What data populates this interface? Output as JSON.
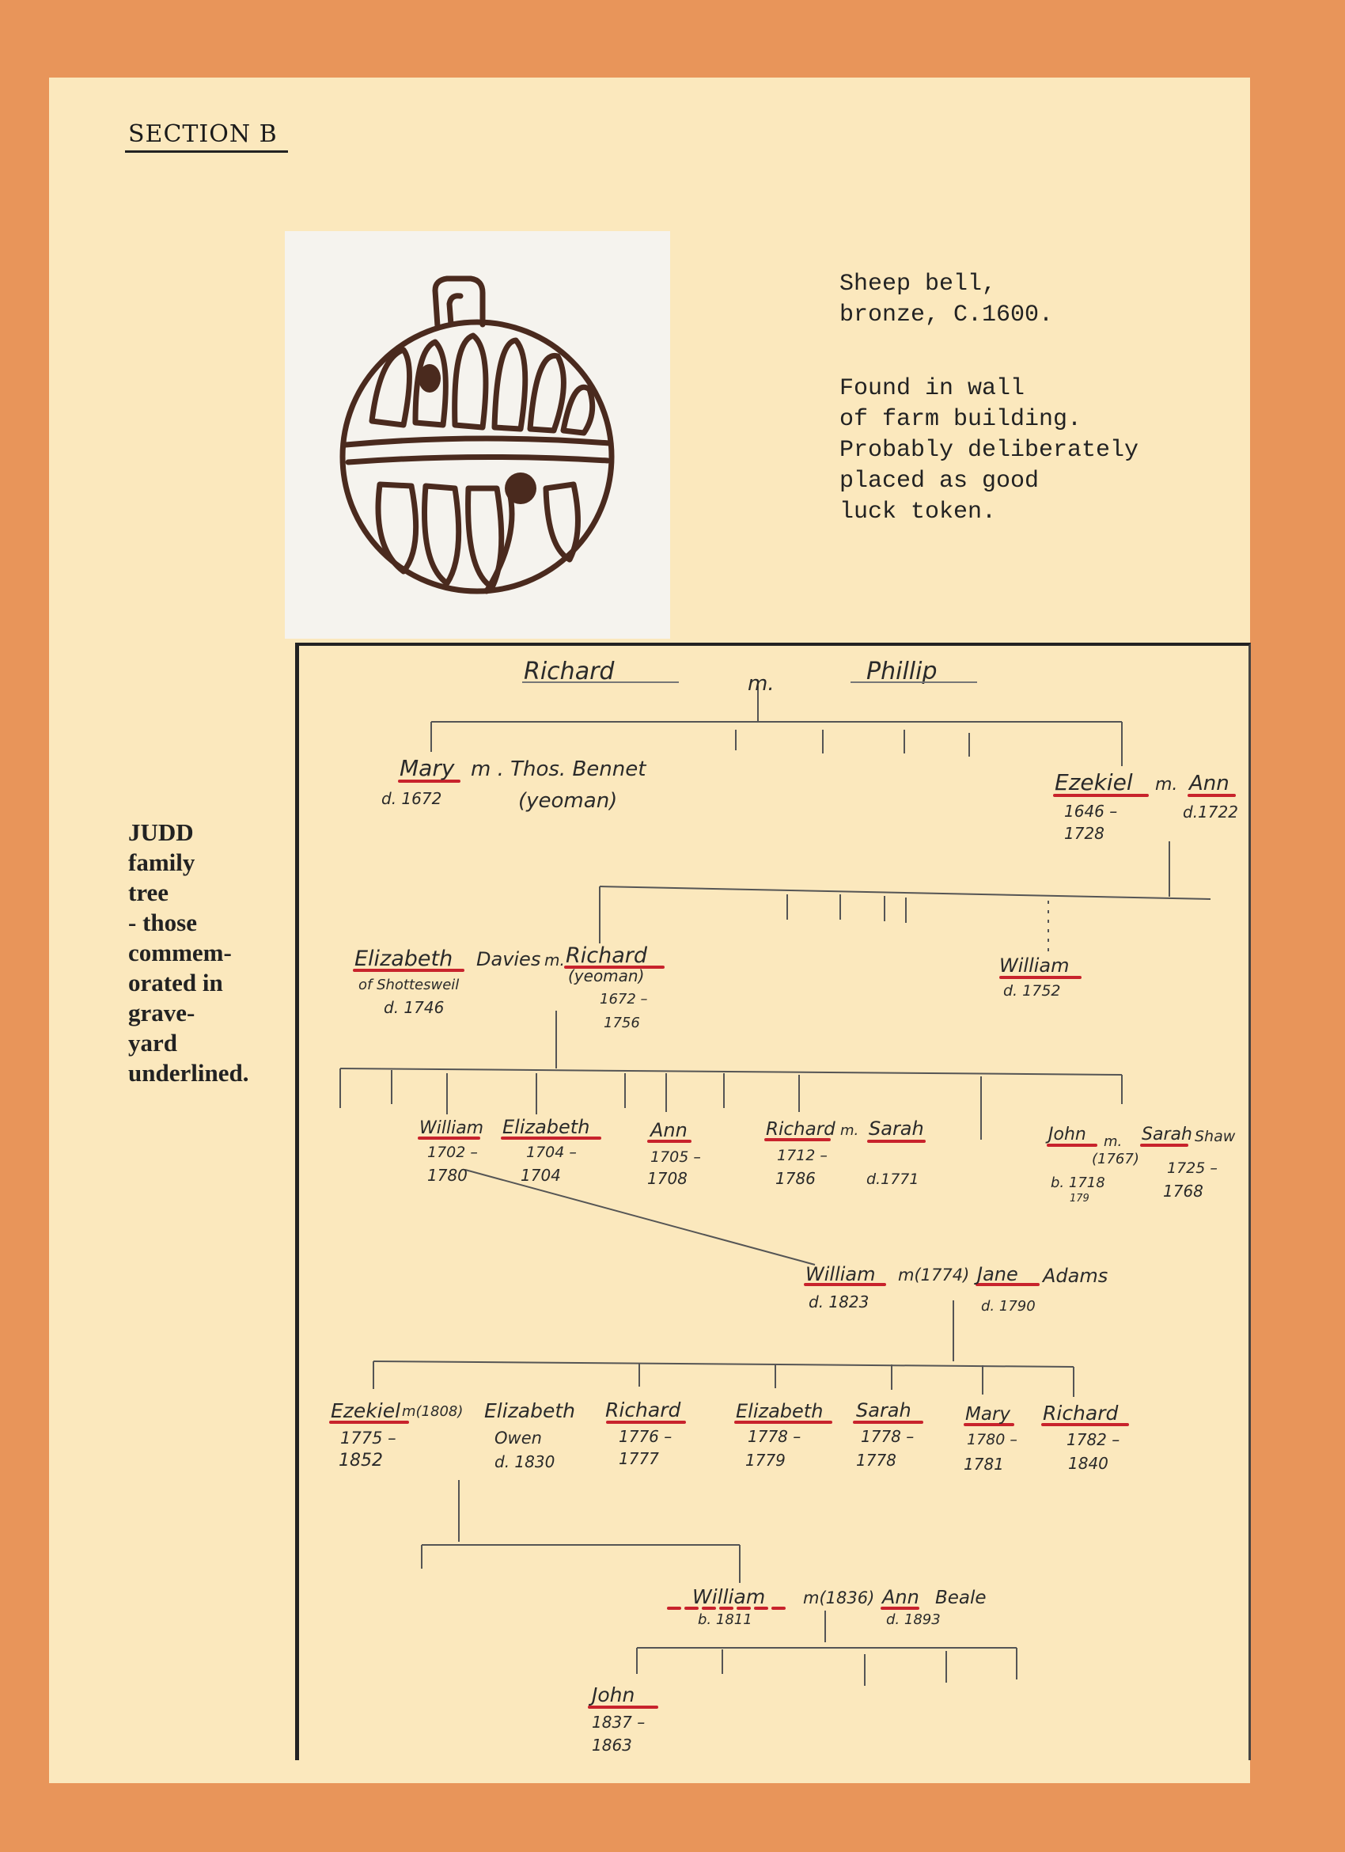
{
  "section_title": "SECTION B",
  "bell_caption": {
    "lines": [
      "Sheep bell,",
      "bronze, C.1600."
    ]
  },
  "found_caption": {
    "lines": [
      "Found in wall",
      "of farm building.",
      "Probably deliberately",
      "placed as good",
      "luck token."
    ]
  },
  "side_note": {
    "lines": [
      "JUDD",
      "family",
      "tree",
      "- those",
      "commem-",
      "orated in",
      "grave-",
      "yard",
      "underlined."
    ]
  },
  "colors": {
    "paper": "#fbe8bd",
    "mount": "#e8955a",
    "ink": "#2a2a2a",
    "underline_red": "#c8232c"
  },
  "tree": {
    "gen0": {
      "husband": "Richard",
      "marriage": "m.",
      "wife": "Phillip"
    },
    "gen1": {
      "mary": "Mary",
      "mary_spouse": "m . Thos. Bennet",
      "mary_spouse_note": "(yeoman)",
      "mary_dates": "d. 1672",
      "ezekiel": "Ezekiel",
      "ezekiel_m": "m.",
      "ann": "Ann",
      "ezekiel_dates_1": "1646 –",
      "ezekiel_dates_2": "1728",
      "ann_dates": "d.1722"
    },
    "gen2": {
      "elizabeth": "Elizabeth",
      "elizabeth_surname": "Davies",
      "elizabeth_m": "m.",
      "elizabeth_place": "of Shottesweil",
      "elizabeth_dates": "d. 1746",
      "richard": "Richard",
      "richard_note": "(yeoman)",
      "richard_dates_1": "1672 –",
      "richard_dates_2": "1756",
      "william": "William",
      "william_dates": "d. 1752"
    },
    "gen3": {
      "william": "William",
      "william_dates_1": "1702 –",
      "william_dates_2": "1780",
      "elizabeth": "Elizabeth",
      "elizabeth_dates_1": "1704 –",
      "elizabeth_dates_2": "1704",
      "ann": "Ann",
      "ann_dates_1": "1705 –",
      "ann_dates_2": "1708",
      "richard": "Richard",
      "richard_m": "m.",
      "sarah": "Sarah",
      "richard_dates_1": "1712 –",
      "richard_dates_2": "1786",
      "sarah_dates": "d.1771",
      "john": "John",
      "john_m": "m.",
      "john_year": "(1767)",
      "sarah2": "Sarah",
      "sarah2_surname": "Shaw",
      "john_dates": "b. 1718",
      "john_dates_alt": "179",
      "sarah2_dates_1": "1725 –",
      "sarah2_dates_2": "1768"
    },
    "gen4": {
      "william": "William",
      "william_m": "m(1774)",
      "jane": "Jane",
      "jane_surname": "Adams",
      "william_dates": "d. 1823",
      "jane_dates": "d. 1790"
    },
    "gen5": {
      "ezekiel": "Ezekiel",
      "ezekiel_m": "m(1808)",
      "elizabeth": "Elizabeth",
      "ezekiel_dates_1": "1775 –",
      "ezekiel_dates_2": "1852",
      "elizabeth_surname": "Owen",
      "elizabeth_dates": "d. 1830",
      "richard": "Richard",
      "richard_dates_1": "1776 –",
      "richard_dates_2": "1777",
      "elizabeth2": "Elizabeth",
      "elizabeth2_dates_1": "1778 –",
      "elizabeth2_dates_2": "1779",
      "sarah": "Sarah",
      "sarah_dates_1": "1778 –",
      "sarah_dates_2": "1778",
      "mary": "Mary",
      "mary_dates_1": "1780 –",
      "mary_dates_2": "1781",
      "richard2": "Richard",
      "richard2_dates_1": "1782 –",
      "richard2_dates_2": "1840"
    },
    "gen6": {
      "william": "William",
      "william_dates": "b. 1811",
      "william_m": "m(1836)",
      "ann": "Ann",
      "ann_surname": "Beale",
      "ann_dates": "d. 1893"
    },
    "gen7": {
      "john": "John",
      "john_dates_1": "1837 –",
      "john_dates_2": "1863"
    }
  }
}
